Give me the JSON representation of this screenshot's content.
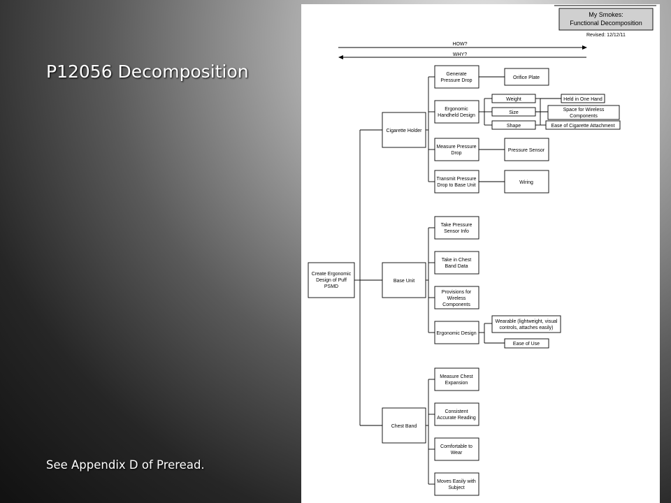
{
  "slide": {
    "title": "P12056 Decomposition",
    "footnote": "See Appendix D of Preread."
  },
  "diagram": {
    "title_line1": "My Smokes:",
    "title_line2": "Functional Decomposition",
    "revised": "Revised: 12/12/11",
    "how_label": "HOW?",
    "why_label": "WHY?",
    "nodes": {
      "root": [
        "Create Ergonomic",
        "Design of Puff",
        "PSMD"
      ],
      "cigarette_holder": [
        "Cigarette Holder"
      ],
      "base_unit": [
        "Base Unit"
      ],
      "chest_band": [
        "Chest Band"
      ],
      "generate_pressure_drop": [
        "Generate",
        "Pressure Drop"
      ],
      "orifice_plate": [
        "Orifice Plate"
      ],
      "ergonomic_handheld": [
        "Ergonomic",
        "Handheld Design"
      ],
      "weight": [
        "Weight"
      ],
      "size": [
        "Size"
      ],
      "shape": [
        "Shape"
      ],
      "held_one_hand": [
        "Held in One Hand"
      ],
      "space_wireless": [
        "Space for Wireless",
        "Components"
      ],
      "ease_attachment": [
        "Ease of Cigarette Attachment"
      ],
      "measure_pressure_drop": [
        "Measure Pressure",
        "Drop"
      ],
      "pressure_sensor": [
        "Pressure Sensor"
      ],
      "transmit_pressure_drop": [
        "Transmit Pressure",
        "Drop to Base Unit"
      ],
      "wiring": [
        "Wiring"
      ],
      "take_pressure_sensor": [
        "Take Pressure",
        "Sensor Info"
      ],
      "take_chest_band": [
        "Take in Chest",
        "Band Data"
      ],
      "provisions_wireless": [
        "Provisions for",
        "Wireless",
        "Components"
      ],
      "ergonomic_design": [
        "Ergonomic Design"
      ],
      "wearable": [
        "Wearable (lightweight, visual",
        "controls, attaches easily)"
      ],
      "ease_of_use": [
        "Ease of Use"
      ],
      "measure_chest": [
        "Measure Chest",
        "Expansion"
      ],
      "consistent_reading": [
        "Consistent",
        "Accurate Reading"
      ],
      "comfortable_wear": [
        "Comfortable to",
        "Wear"
      ],
      "moves_easily": [
        "Moves Easily with",
        "Subject"
      ]
    }
  }
}
